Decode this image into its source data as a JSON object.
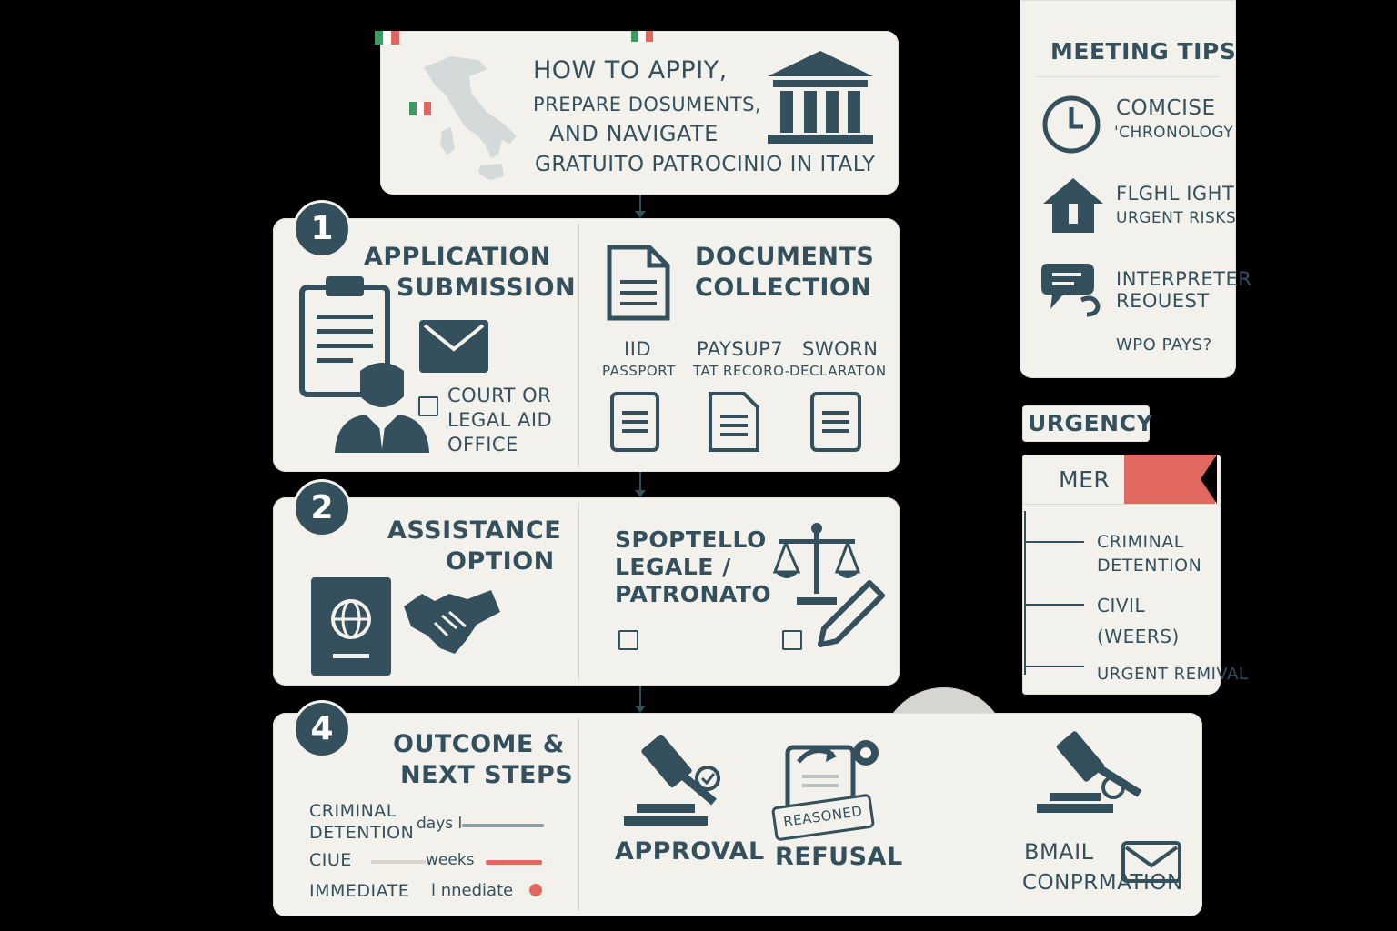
{
  "header": {
    "title_line1": "HOW TO APPIY,",
    "title_line2": "PREPARE DOSUMENTS,",
    "title_line3": "AND NAVIGATE",
    "title_line4": "GRATUITO PATROCINIO IN ITALY"
  },
  "step1": {
    "number": "1",
    "application_title1": "APPLICATION",
    "application_title2": "SUBMISSION",
    "court_line1": "COURT OR",
    "court_line2": "LEGAL AID",
    "court_line3": "OFFICE",
    "documents_title1": "DOCUMENTS",
    "documents_title2": "COLLECTION",
    "docs": [
      {
        "title": "IID",
        "sub": "PASSPORT"
      },
      {
        "title": "PAYSUP7",
        "sub": "TAT RECORO-"
      },
      {
        "title": "SWORN",
        "sub": "DECLARATON"
      }
    ]
  },
  "step2": {
    "number": "2",
    "assistance_title1": "ASSISTANCE",
    "assistance_title2": "OPTION",
    "sportello_line1": "SPOPTELLO",
    "sportello_line2": "LEGALE /",
    "sportello_line3": "PATRONATO"
  },
  "step4": {
    "number": "4",
    "outcome_title1": "OUTCOME &",
    "outcome_title2": "NEXT STEPS",
    "rows": [
      {
        "label1": "CRIMINAL",
        "label2": "DETENTION",
        "value": "days l"
      },
      {
        "label1": "CIUE",
        "label2": "",
        "value": "weeks"
      },
      {
        "label1": "IMMEDIATE",
        "label2": "",
        "value": "l nnediate"
      }
    ],
    "approval": "APPROVAL",
    "refusal": "REFUSAL",
    "stamp": "REASONED",
    "email_line1": "BMAIL",
    "email_line2": "CONPRMATION"
  },
  "tips": {
    "title": "MEETING TIPS",
    "items": [
      {
        "line1": "COMCISE",
        "line2": "'CHRONOLOGY"
      },
      {
        "line1": "FLGHL IGHT",
        "line2": "URGENT RISKS"
      },
      {
        "line1": "INTERPRETER",
        "line2": "REOUEST"
      }
    ],
    "last": "WPO PAYS?"
  },
  "urgency": {
    "title": "URGENCY",
    "tab": "MER",
    "items": [
      {
        "line1": "CRIMINAL",
        "line2": "DETENTION"
      },
      {
        "line1": "CIVIL",
        "line2": "(WEERS)"
      },
      {
        "line1": "URGENT REMIVAL",
        "line2": ""
      }
    ]
  },
  "colors": {
    "primary": "#33505c",
    "accent": "#e0685e",
    "card": "#f3f1ec",
    "background": "#000000",
    "flag_green": "#3e9a62"
  }
}
